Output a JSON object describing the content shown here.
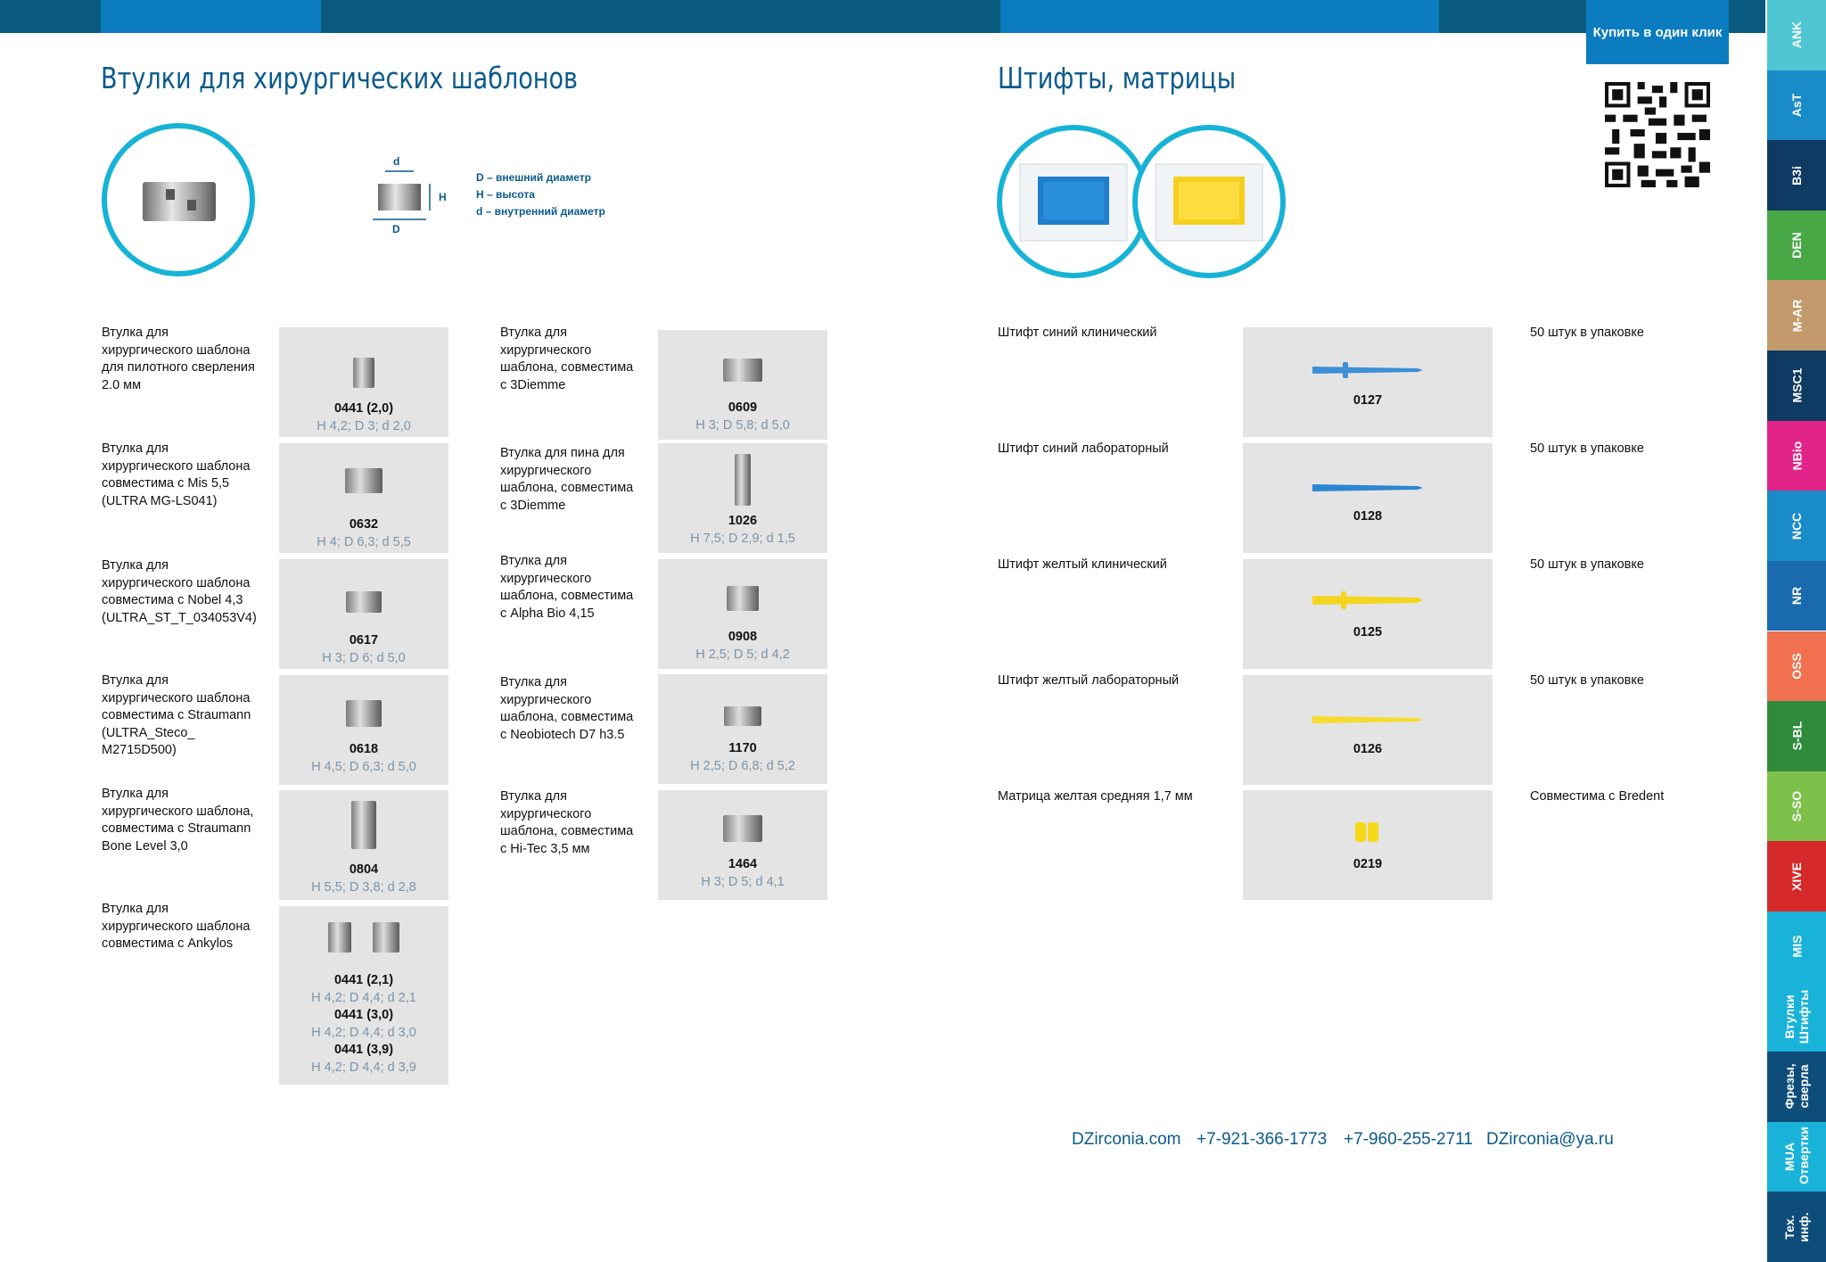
{
  "header": {
    "buy_label": "Купить в один клик"
  },
  "left": {
    "title": "Втулки для хирургических шаблонов",
    "legend": [
      "D – внешний диаметр",
      "H – высота",
      "d – внутренний диаметр"
    ],
    "diagram_labels": {
      "d": "d",
      "H": "H",
      "D": "D"
    },
    "col1": [
      {
        "desc": "Втулка для хирургического шаблона для пилотного сверления 2.0 мм",
        "codes": [
          {
            "code": "0441 (2,0)",
            "dims": "H 4,2; D 3; d 2,0"
          }
        ]
      },
      {
        "desc": "Втулка для хирургического шаблона совместима с Mis 5,5 (ULTRA MG-LS041)",
        "codes": [
          {
            "code": "0632",
            "dims": "H 4; D 6,3; d 5,5"
          }
        ]
      },
      {
        "desc": "Втулка для хирургического шаблона совместима с Nobel 4,3 (ULTRA_ST_T_034053V4)",
        "codes": [
          {
            "code": "0617",
            "dims": "H 3; D 6; d 5,0"
          }
        ]
      },
      {
        "desc": "Втулка для хирургического шаблона совместима с Straumann (ULTRA_Steco_ M2715D500)",
        "codes": [
          {
            "code": "0618",
            "dims": "H 4,5; D 6,3; d 5,0"
          }
        ]
      },
      {
        "desc": "Втулка для хирургического шаблона, совместима с Straumann Bone Level 3,0",
        "codes": [
          {
            "code": "0804",
            "dims": "H 5,5; D 3,8; d 2,8"
          }
        ]
      },
      {
        "desc": "Втулка для хирургического шаблона совместима с Ankylos",
        "codes": [
          {
            "code": "0441 (2,1)",
            "dims": "H 4,2; D 4,4; d 2,1"
          },
          {
            "code": "0441 (3,0)",
            "dims": "H 4,2; D 4,4; d 3,0"
          },
          {
            "code": "0441 (3,9)",
            "dims": "H 4,2; D 4,4; d 3,9"
          }
        ]
      }
    ],
    "col2": [
      {
        "desc": "Втулка для хирургического шаблона, совместима с 3Diemme",
        "codes": [
          {
            "code": "0609",
            "dims": "H 3; D 5,8; d 5,0"
          }
        ]
      },
      {
        "desc": "Втулка для пина для хирургического шаблона, совместима с 3Diemme",
        "codes": [
          {
            "code": "1026",
            "dims": "H 7,5; D 2,9; d 1,5"
          }
        ]
      },
      {
        "desc": "Втулка для хирургического шаблона, совместима с Alpha Bio 4,15",
        "codes": [
          {
            "code": "0908",
            "dims": "H 2,5; D 5; d 4,2"
          }
        ]
      },
      {
        "desc": "Втулка для хирургического шаблона, совместима с Neobiotech D7 h3.5",
        "codes": [
          {
            "code": "1170",
            "dims": "H 2,5; D 6,8; d 5,2"
          }
        ]
      },
      {
        "desc": "Втулка для хирургического шаблона, совместима с Hi-Tec 3,5 мм",
        "codes": [
          {
            "code": "1464",
            "dims": "H 3; D 5; d 4,1"
          }
        ]
      }
    ]
  },
  "right": {
    "title": "Штифты, матрицы",
    "items": [
      {
        "desc": "Штифт синий клинический",
        "code": "0127",
        "note": "50 штук в упаковке"
      },
      {
        "desc": "Штифт синий лабораторный",
        "code": "0128",
        "note": "50 штук в упаковке"
      },
      {
        "desc": "Штифт желтый клинический",
        "code": "0125",
        "note": "50 штук в упаковке"
      },
      {
        "desc": "Штифт желтый лабораторный",
        "code": "0126",
        "note": "50 штук в упаковке"
      },
      {
        "desc": "Матрица желтая средняя 1,7 мм",
        "code": "0219",
        "note": "Совместима с Bredent"
      }
    ]
  },
  "footer": {
    "site": "DZirconia.com",
    "phone1": "+7-921-366-1773",
    "phone2": "+7-960-255-2711",
    "email": "DZirconia@ya.ru"
  },
  "tabs": [
    {
      "label": "ANK",
      "color": "#4ec6d3"
    },
    {
      "label": "AsT",
      "color": "#1a8bc9"
    },
    {
      "label": "B3i",
      "color": "#0e3a63"
    },
    {
      "label": "DEN",
      "color": "#47a845"
    },
    {
      "label": "M-AR",
      "color": "#c39a6b"
    },
    {
      "label": "MSC1",
      "color": "#0e3a63"
    },
    {
      "label": "NBio",
      "color": "#e2248a"
    },
    {
      "label": "NCC",
      "color": "#1a8bc9"
    },
    {
      "label": "NR",
      "color": "#1a6ab0"
    },
    {
      "label": "OSS",
      "color": "#f07050"
    },
    {
      "label": "S-BL",
      "color": "#2f8a3c"
    },
    {
      "label": "S-SO",
      "color": "#7dc14b"
    },
    {
      "label": "XIVE",
      "color": "#d62a2a"
    },
    {
      "label": "MIS",
      "color": "#19b2d9"
    },
    {
      "label": "Втулки Штифты",
      "color": "#19b2d9"
    },
    {
      "label": "Фрезы, сверла",
      "color": "#0e4d7a"
    },
    {
      "label": "MUA Отвертки",
      "color": "#19b2d9"
    },
    {
      "label": "Тех. инф.",
      "color": "#0e4d7a"
    }
  ],
  "colors": {
    "accent": "#0a5a8c",
    "brand": "#0a7cbf",
    "circle": "#17b3d6",
    "card": "#e4e4e4"
  },
  "icons": [
    "qr-code-icon",
    "sleeve-diagram-icon"
  ]
}
